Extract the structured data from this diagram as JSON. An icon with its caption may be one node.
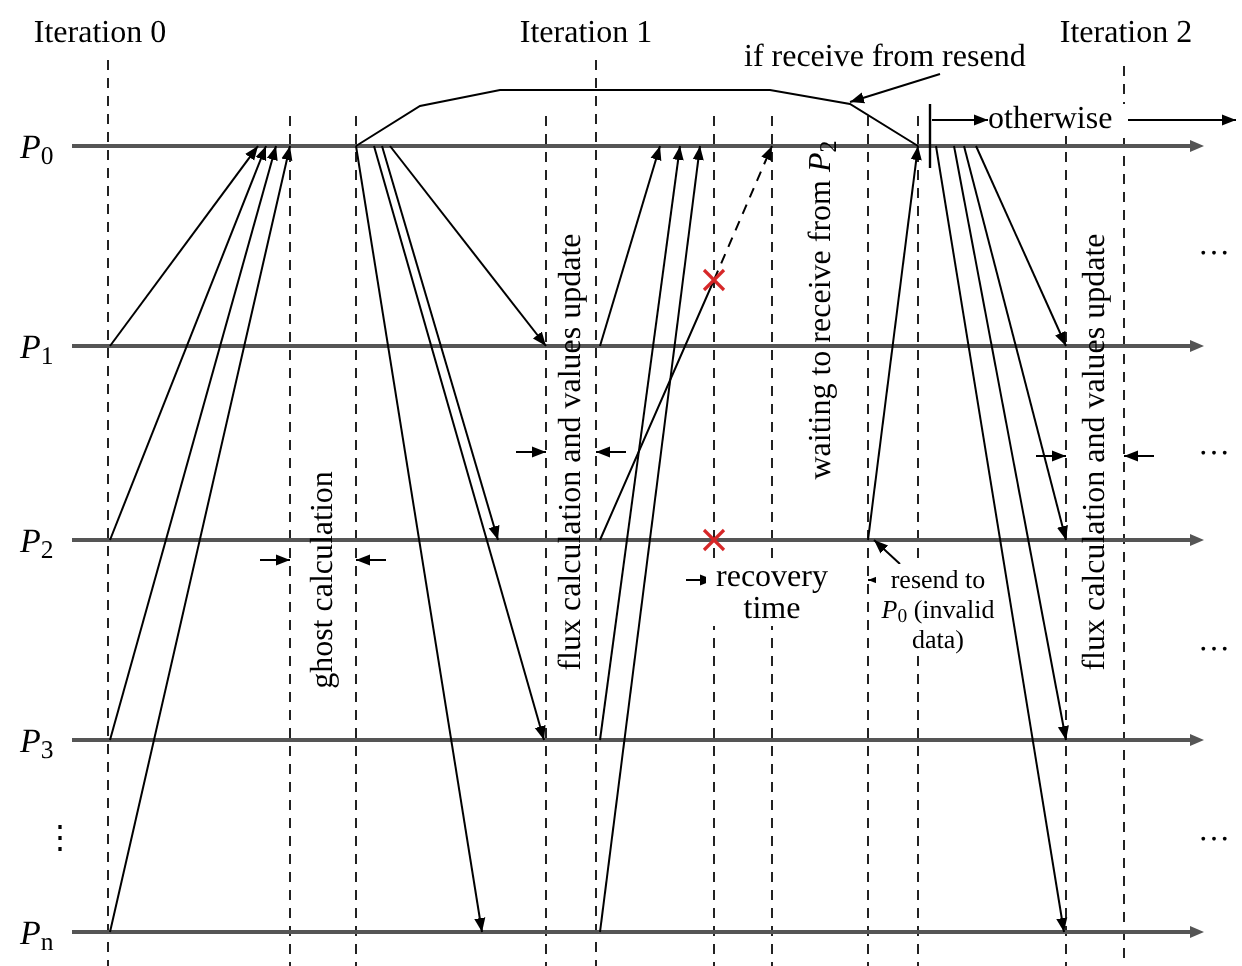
{
  "diagram": {
    "nodes": [
      {
        "text": [
          "*P*$_{0}$"
        ]
      },
      {
        "text": [
          "*P*$_{1}$"
        ]
      },
      {
        "text": [
          "*P*$_{2}$"
        ]
      },
      {
        "text": [
          "*P*$_{3}$"
        ]
      },
      {
        "text": [
          "*P*$_{n}$"
        ]
      },
      {
        "text": [
          "if receive from resend"
        ]
      },
      {
        "text": [
          "otherwise"
        ]
      },
      {
        "text": [
          "resend to *P*$_{0}$ (invalid data)"
        ]
      }
    ],
    "edges": [
      {
        "from": 1,
        "to": 0,
        "arrow": "to"
      },
      {
        "from": 2,
        "to": 0,
        "arrow": "to"
      },
      {
        "from": 3,
        "to": 0,
        "arrow": "to"
      },
      {
        "from": 4,
        "to": 0,
        "arrow": "to"
      },
      {
        "from": 0,
        "to": 4,
        "arrow": "to"
      },
      {
        "from": 0,
        "to": 3,
        "arrow": "to"
      },
      {
        "from": 0,
        "to": 2,
        "arrow": "to"
      },
      {
        "from": 0,
        "to": 1,
        "arrow": "to"
      },
      {
        "from": 1,
        "to": 0,
        "arrow": "to"
      },
      {
        "from": 2,
        "to": 0,
        "arrow": "to",
        "style": "dashed"
      },
      {
        "from": 3,
        "to": 0,
        "arrow": "to"
      },
      {
        "from": 4,
        "to": 0,
        "arrow": "to"
      },
      {
        "from": 2,
        "to": 0,
        "arrow": "to"
      },
      {
        "from": 0,
        "to": 4,
        "arrow": "to"
      },
      {
        "from": 0,
        "to": 3,
        "arrow": "to"
      },
      {
        "from": 0,
        "to": 2,
        "arrow": "to"
      },
      {
        "from": 0,
        "to": 1,
        "arrow": "to"
      },
      {
        "from": 0,
        "to": 0,
        "arrow": "none"
      },
      {
        "from": 5,
        "to": null,
        "arrow": "to"
      },
      {
        "from": null,
        "to": 6,
        "arrow": "to"
      },
      {
        "from": 6,
        "to": null,
        "arrow": "to"
      },
      {
        "from": 7,
        "to": 2,
        "arrow": "to"
      }
    ],
    "labels": [
      "Iteration 0",
      "Iteration 1",
      "Iteration 2",
      "ghost calculation",
      "flux calculation and values update",
      "waiting to receive from *P*$_{2}$",
      "recovery time",
      "flux calculation and values update",
      "⋮",
      "…",
      "…",
      "…",
      "…"
    ]
  }
}
